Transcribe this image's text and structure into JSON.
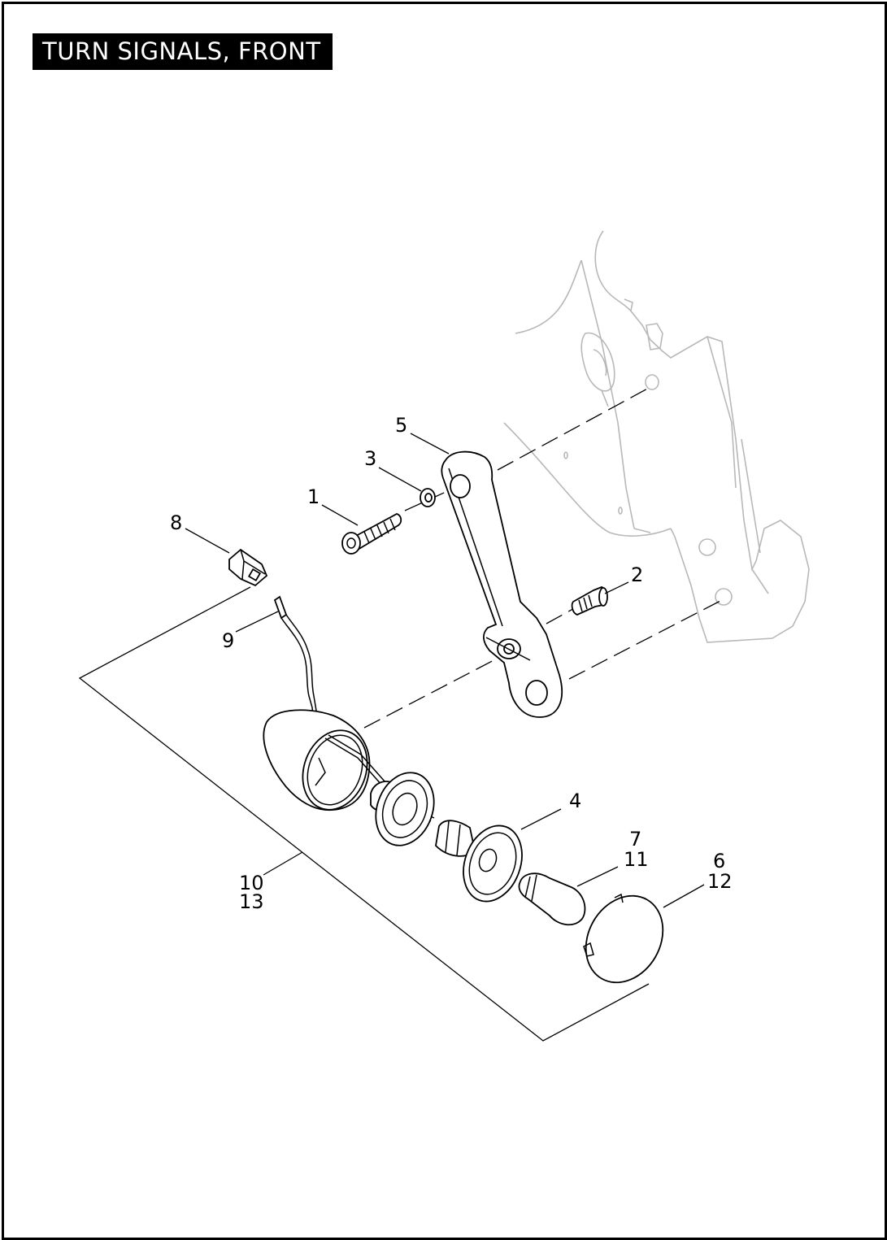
{
  "title": "TURN SIGNALS, FRONT",
  "callouts": {
    "c1": "1",
    "c2": "2",
    "c3": "3",
    "c4": "4",
    "c5": "5",
    "c6": "6",
    "c12": "12",
    "c7": "7",
    "c11": "11",
    "c8": "8",
    "c9": "9",
    "c10": "10",
    "c13": "13"
  },
  "colors": {
    "frame": "#000000",
    "title_background": "#000000",
    "title_text": "#ffffff",
    "ghost_fork": "#b8b8b8",
    "line_art": "#000000"
  }
}
